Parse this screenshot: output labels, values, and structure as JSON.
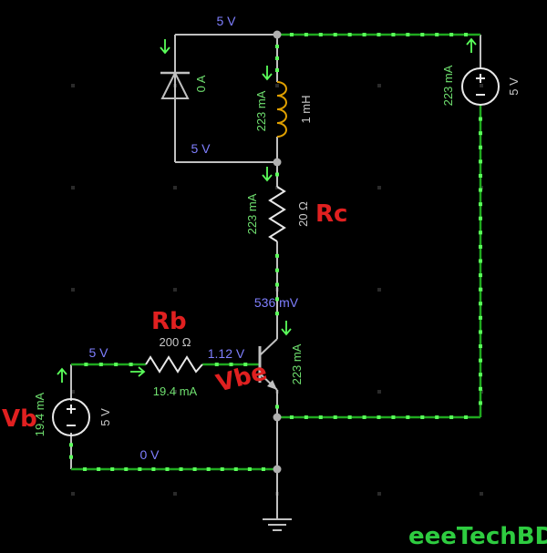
{
  "voltages": {
    "top": "5 V",
    "inductor_bottom": "5 V",
    "collector": "536 mV",
    "base_left": "5 V",
    "base": "1.12 V",
    "ground_rail": "0 V"
  },
  "currents": {
    "diode": "0 A",
    "inductor": "223 mA",
    "rc": "223 mA",
    "right_source": "223 mA",
    "collector": "223 mA",
    "rb": "19.4 mA",
    "vb": "19.4 mA"
  },
  "values": {
    "inductor": "1 mH",
    "rc": "20 Ω",
    "rb": "200 Ω",
    "right_source": "5 V",
    "vb": "5 V"
  },
  "labels": {
    "rc": "Rc",
    "rb": "Rb",
    "vbe": "Vbe",
    "vb": "Vb",
    "brand": "eeeTechBD"
  },
  "colors": {
    "background": "#000000",
    "wire": "#c0c0c0",
    "wire_active": "#1fa81f",
    "dot": "#5aff5a",
    "voltage_text": "#7f7fff",
    "current_text": "#6fe06f",
    "annotation": "#e02020",
    "brand": "#2ecc40"
  }
}
